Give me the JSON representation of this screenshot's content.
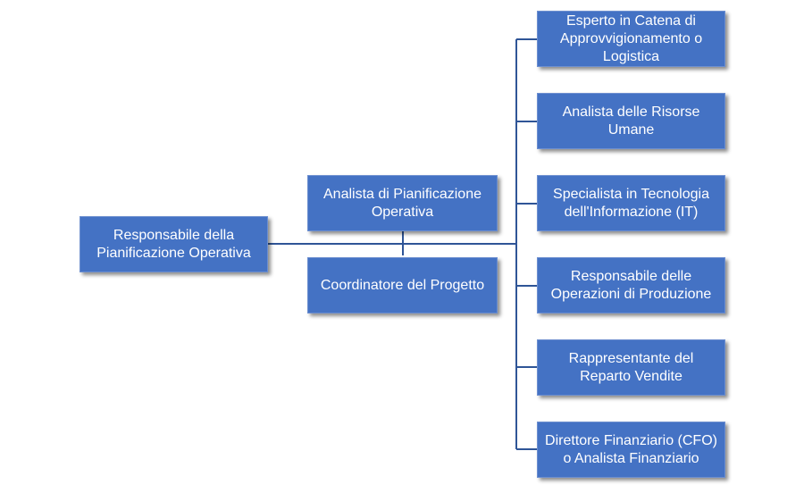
{
  "colors": {
    "node_fill": "#4472C4",
    "node_text": "#FFFFFF",
    "connector": "#2F5597"
  },
  "root": {
    "label": "Responsabile della Pianificazione Operativa"
  },
  "middle": [
    {
      "label": "Analista di Pianificazione Operativa"
    },
    {
      "label": "Coordinatore del Progetto"
    }
  ],
  "right": [
    {
      "label": "Esperto in Catena di Approvvigionamento o Logistica"
    },
    {
      "label": "Analista delle Risorse Umane"
    },
    {
      "label": "Specialista in Tecnologia dell'Informazione (IT)"
    },
    {
      "label": "Responsabile delle Operazioni di Produzione"
    },
    {
      "label": "Rappresentante del Reparto Vendite"
    },
    {
      "label": "Direttore Finanziario (CFO) o Analista Finanziario"
    }
  ]
}
